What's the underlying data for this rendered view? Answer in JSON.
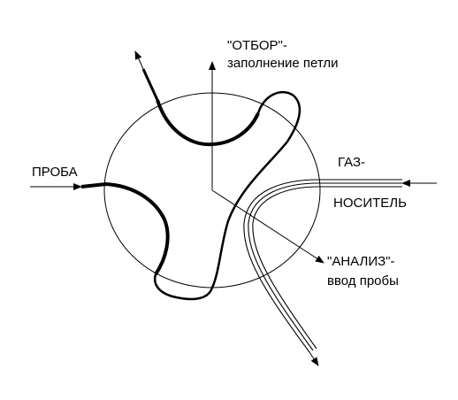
{
  "labels": {
    "otbor_line1": "\"ОТБОР\"-",
    "otbor_line2": "заполнение петли",
    "proba": "ПРОБА",
    "gas_line1": "ГАЗ-",
    "gas_line2": "НОСИТЕЛЬ",
    "analiz_line1": "\"АНАЛИЗ\"-",
    "analiz_line2": "ввод пробы"
  }
}
